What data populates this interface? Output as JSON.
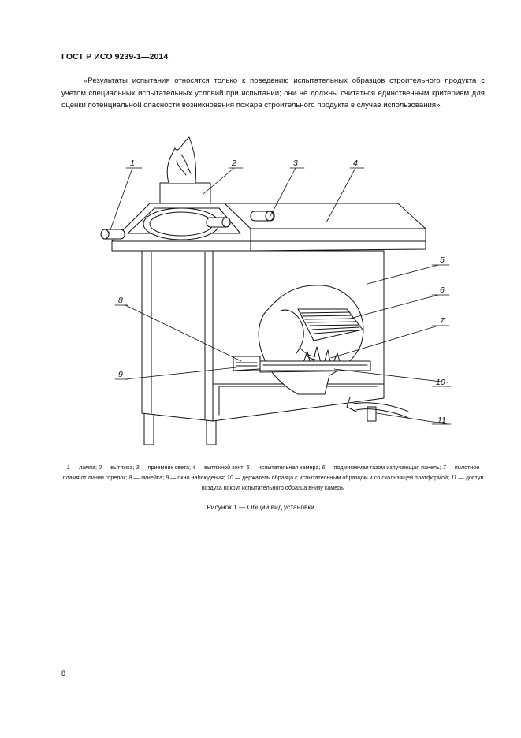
{
  "header": {
    "standard": "ГОСТ Р ИСО 9239-1—2014"
  },
  "quote": {
    "text": "«Результаты испытания относятся только к поведению испытательных образцов строительного продукта с учетом специальных испытательных условий при испытании; они не должны считаться единственным критерием для оценки потенциальной опасности возникновения пожара строительного продукта в случае использования»."
  },
  "figure": {
    "callouts": [
      "1",
      "2",
      "3",
      "4",
      "5",
      "6",
      "7",
      "8",
      "9",
      "10",
      "11"
    ],
    "legend": [
      {
        "num": "1",
        "text": "лампа"
      },
      {
        "num": "2",
        "text": "вытяжка"
      },
      {
        "num": "3",
        "text": "приемник света"
      },
      {
        "num": "4",
        "text": "вытяжной зонт"
      },
      {
        "num": "5",
        "text": "испытательная камера"
      },
      {
        "num": "6",
        "text": "поджигаемая газом излучающая панель"
      },
      {
        "num": "7",
        "text": "пилотное пламя от линии горелок"
      },
      {
        "num": "8",
        "text": "линейка"
      },
      {
        "num": "9",
        "text": "окно наблюдения"
      },
      {
        "num": "10",
        "text": "держатель образца с испытательным образцом и со скользящей платформой"
      },
      {
        "num": "11",
        "text": "доступ воздуха вокруг испытательного образца внизу камеры"
      }
    ],
    "caption": "Рисунок 1 — Общий вид установки"
  },
  "footer": {
    "page_number": "8"
  }
}
